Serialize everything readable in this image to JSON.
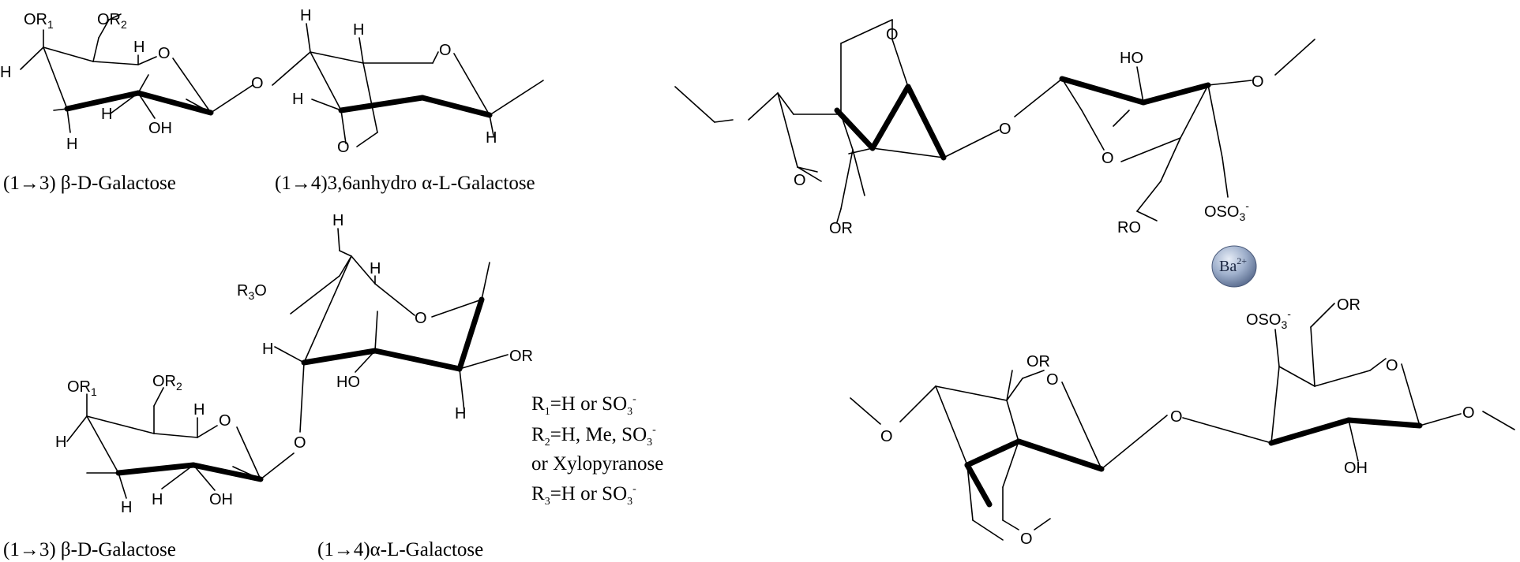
{
  "top_left": {
    "atoms": {
      "or1": "OR",
      "or1_sub": "1",
      "or2": "OR",
      "or2_sub": "2",
      "h": "H",
      "o": "O",
      "oh": "OH"
    },
    "caption_left": "(1→3) β-D-Galactose",
    "caption_right": "(1→4)3,6anhydro  α-L-Galactose"
  },
  "bottom_left": {
    "atoms": {
      "or1": "OR",
      "or1_sub": "1",
      "or2": "OR",
      "or2_sub": "2",
      "r3o_pre": "R",
      "r3o_sub": "3",
      "r3o_post": "O",
      "h": "H",
      "o": "O",
      "oh": "OH",
      "ho": "HO",
      "or": "OR"
    },
    "caption_left": "(1→3) β-D-Galactose",
    "caption_right": "(1→4)α-L-Galactose"
  },
  "legend": {
    "r1_pre": "R",
    "r1_sub": "1",
    "r1_post": "=H or SO",
    "r1_sub2": "3",
    "r1_sup": "-",
    "r2_pre": "R",
    "r2_sub": "2",
    "r2_post": "=H, Me, SO",
    "r2_sub2": "3",
    "r2_sup": "-",
    "r2_line2": "or Xylopyranose",
    "r3_pre": "R",
    "r3_sub": "3",
    "r3_post": "=H or SO",
    "r3_sub2": "3",
    "r3_sup": "-"
  },
  "right": {
    "atoms": {
      "o": "O",
      "or": "OR",
      "ro": "RO",
      "ho": "HO",
      "oh": "OH",
      "oso3": "OSO",
      "oso3_sub": "3",
      "oso3_sup": "-"
    },
    "ion": "Ba",
    "ion_sup": "2+"
  },
  "colors": {
    "ion_light": "#e6ecf6",
    "ion_mid": "#9fb0cc",
    "ion_dark": "#5d6f91"
  }
}
